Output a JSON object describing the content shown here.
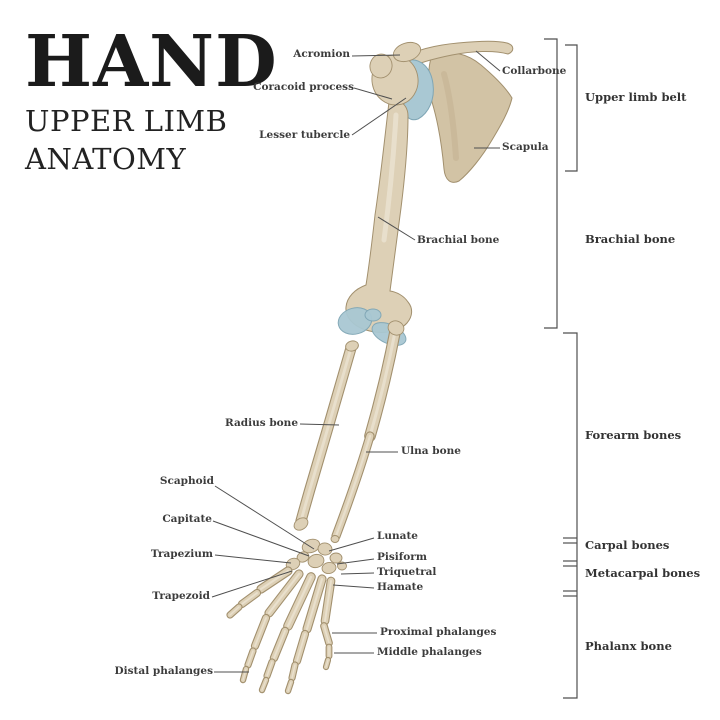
{
  "title": {
    "line1": "HAND",
    "line2": "UPPER LIMB",
    "line3": "ANATOMY"
  },
  "labels": {
    "acromion": "Acromion",
    "coracoid_process": "Coracoid process",
    "lesser_tubercle": "Lesser tubercle",
    "collarbone": "Collarbone",
    "scapula": "Scapula",
    "brachial_bone": "Brachial bone",
    "radius_bone": "Radius bone",
    "ulna_bone": "Ulna bone",
    "scaphoid": "Scaphoid",
    "capitate": "Capitate",
    "trapezium": "Trapezium",
    "trapezoid": "Trapezoid",
    "lunate": "Lunate",
    "pisiform": "Pisiform",
    "triquetral": "Triquetral",
    "hamate": "Hamate",
    "proximal_phalanges": "Proximal phalanges",
    "middle_phalanges": "Middle phalanges",
    "distal_phalanges": "Distal phalanges"
  },
  "sections": {
    "upper_limb_belt": "Upper limb belt",
    "brachial_bone": "Brachial bone",
    "forearm_bones": "Forearm bones",
    "carpal_bones": "Carpal bones",
    "metacarpal_bones": "Metacarpal bones",
    "phalanx_bone": "Phalanx bone"
  },
  "colors": {
    "background": "#ffffff",
    "bone_fill": "#ddd0b6",
    "bone_fill_dark": "#d2c3a5",
    "bone_outline": "#a2906e",
    "bone_highlight": "#f0e9da",
    "bone_shade": "#c0ad8d",
    "cartilage_fill": "#a9c8d3",
    "cartilage_outline": "#7fa6b5",
    "label_text": "#3c3c3c",
    "leader_line": "#4f4f4f",
    "title_text": "#1b1b1b"
  }
}
